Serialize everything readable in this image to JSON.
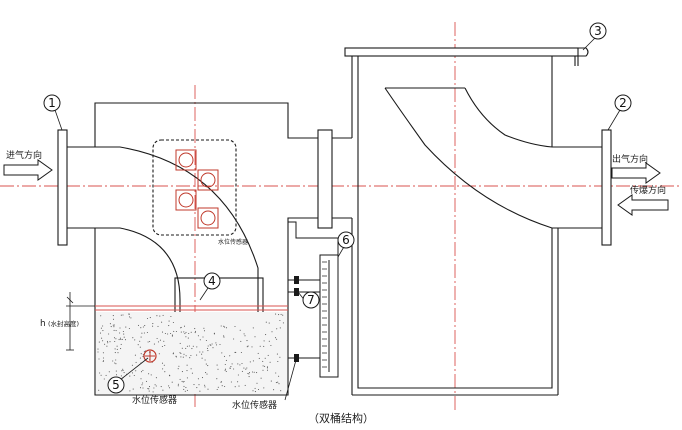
{
  "diagram": {
    "caption": "（双桶结构）",
    "markers": [
      "1",
      "2",
      "3",
      "4",
      "5",
      "6",
      "7"
    ],
    "labels": {
      "inlet": "进气方向",
      "outlet": "出气方向",
      "flame": "传爆方向",
      "h_symbol": "h",
      "h_note": "(水封高度)",
      "valve_note": "水位传感器",
      "sensor_left": "水位传感器",
      "sensor_right": "水位传感器"
    },
    "colors": {
      "line": "#1a1a1a",
      "centerline": "#d9534f",
      "water_level": "#d9534f",
      "valve_mark": "#c0392b"
    }
  }
}
